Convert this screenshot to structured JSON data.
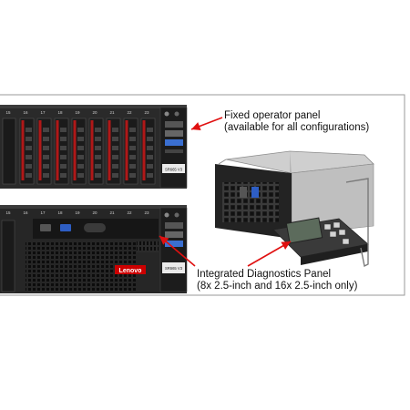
{
  "server": {
    "bay_numbers_top": [
      "15",
      "16",
      "17",
      "18",
      "19",
      "20",
      "21",
      "22",
      "23"
    ],
    "bay_numbers_bottom": [
      "15",
      "16",
      "17",
      "18",
      "19",
      "20",
      "21",
      "22",
      "23"
    ],
    "model_label": "SR665 V3",
    "brand": "Lenovo"
  },
  "callouts": {
    "fixed": {
      "line1": "Fixed operator panel",
      "line2": "(available for all configurations)"
    },
    "integrated": {
      "line1": "Integrated Diagnostics Panel",
      "line2": "(8x 2.5-inch and 16x 2.5-inch only)"
    }
  },
  "colors": {
    "arrow": "#e01010",
    "chassis": "#2a2a2a",
    "drive_tab": "#b01818",
    "frame_line": "#9a9a9a"
  }
}
